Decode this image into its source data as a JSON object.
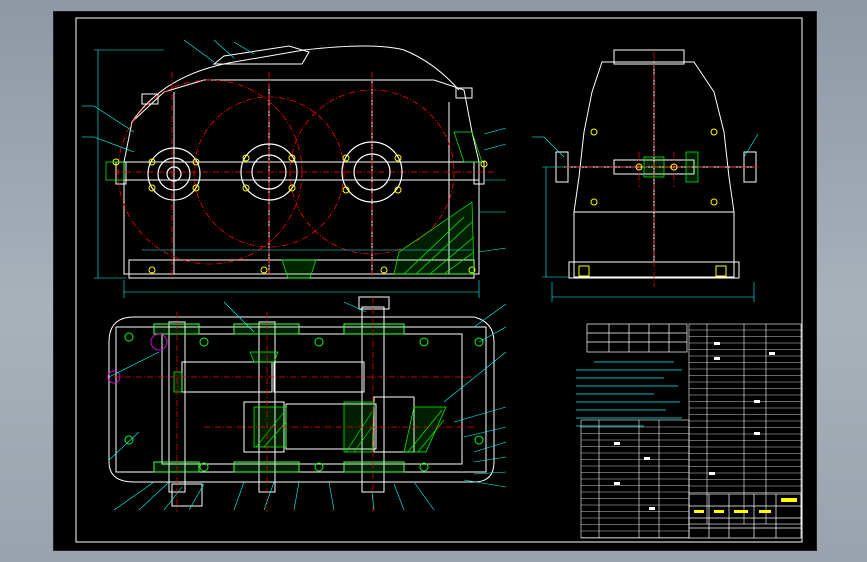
{
  "colors": {
    "background": "#000000",
    "frame": "#ffffff",
    "outline": "#ffffff",
    "dimension": "#00ffff",
    "centerline": "#ff0000",
    "hatch": "#00ff00",
    "fastener": "#ffff00",
    "accent": "#ff00ff"
  },
  "views": [
    {
      "name": "front-view"
    },
    {
      "name": "side-view"
    },
    {
      "name": "top-section-view"
    }
  ],
  "tables": {
    "tech_spec": {
      "name": "technical-characteristics-table"
    },
    "requirements": {
      "name": "technical-requirements-notes"
    },
    "parts_list": {
      "name": "parts-list-table"
    },
    "title_block": {
      "name": "title-block"
    }
  }
}
